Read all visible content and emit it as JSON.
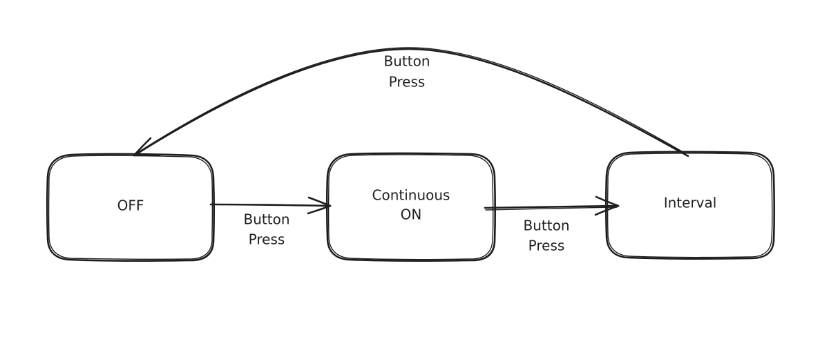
{
  "diagram": {
    "stroke_color": "#1e1e1e",
    "background": "#ffffff",
    "nodes": {
      "off": {
        "lines": [
          "OFF"
        ]
      },
      "continuous_on": {
        "lines": [
          "Continuous",
          "ON"
        ]
      },
      "interval": {
        "lines": [
          "Interval"
        ]
      }
    },
    "edges": {
      "off_to_continuous": {
        "lines": [
          "Button",
          "Press"
        ]
      },
      "continuous_to_interval": {
        "lines": [
          "Button",
          "Press"
        ]
      },
      "interval_to_off": {
        "lines": [
          "Button",
          "Press"
        ]
      }
    }
  }
}
